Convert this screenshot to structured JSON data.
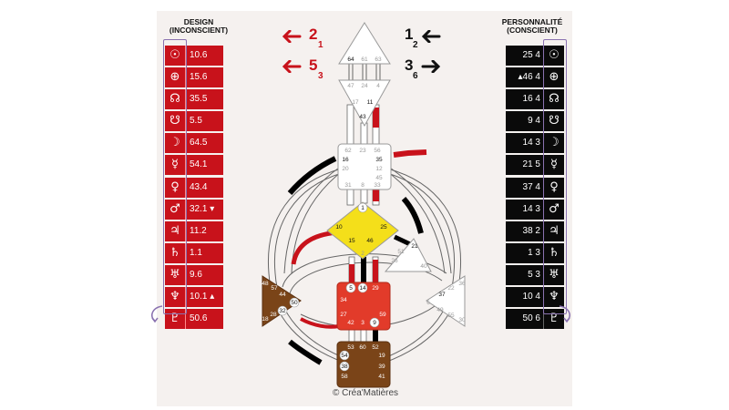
{
  "design": {
    "title_line1": "DESIGN",
    "title_line2": "(INCONSCIENT)",
    "accent_color": "#c8121b",
    "rows": [
      {
        "icon": "sun-icon",
        "glyph": "☉",
        "value": "10.6"
      },
      {
        "icon": "earth-icon",
        "glyph": "⊕",
        "value": "15.6"
      },
      {
        "icon": "north-node-icon",
        "glyph": "☊",
        "value": "35.5"
      },
      {
        "icon": "south-node-icon",
        "glyph": "☋",
        "value": "5.5"
      },
      {
        "icon": "moon-icon",
        "glyph": "☽",
        "value": "64.5"
      },
      {
        "icon": "mercury-icon",
        "glyph": "☿",
        "value": "54.1"
      },
      {
        "icon": "venus-icon",
        "glyph": "♀",
        "value": "43.4"
      },
      {
        "icon": "mars-icon",
        "glyph": "♂",
        "value": "32.1 ▾"
      },
      {
        "icon": "jupiter-icon",
        "glyph": "♃",
        "value": "11.2"
      },
      {
        "icon": "saturn-icon",
        "glyph": "♄",
        "value": "1.1"
      },
      {
        "icon": "uranus-icon",
        "glyph": "♅",
        "value": "9.6"
      },
      {
        "icon": "neptune-icon",
        "glyph": "♆",
        "value": "10.1 ▴"
      },
      {
        "icon": "pluto-icon",
        "glyph": "♇",
        "value": "50.6"
      }
    ]
  },
  "personality": {
    "title_line1": "PERSONNALITÉ",
    "title_line2": "(CONSCIENT)",
    "accent_color": "#0a0a0a",
    "rows": [
      {
        "icon": "sun-icon",
        "glyph": "☉",
        "value": "25 4"
      },
      {
        "icon": "earth-icon",
        "glyph": "⊕",
        "value": "▴46 4"
      },
      {
        "icon": "north-node-icon",
        "glyph": "☊",
        "value": "16 4"
      },
      {
        "icon": "south-node-icon",
        "glyph": "☋",
        "value": "9 4"
      },
      {
        "icon": "moon-icon",
        "glyph": "☽",
        "value": "14 3"
      },
      {
        "icon": "mercury-icon",
        "glyph": "☿",
        "value": "21 5"
      },
      {
        "icon": "venus-icon",
        "glyph": "♀",
        "value": "37 4"
      },
      {
        "icon": "mars-icon",
        "glyph": "♂",
        "value": "14 3"
      },
      {
        "icon": "jupiter-icon",
        "glyph": "♃",
        "value": "38 2"
      },
      {
        "icon": "saturn-icon",
        "glyph": "♄",
        "value": "1 3"
      },
      {
        "icon": "uranus-icon",
        "glyph": "♅",
        "value": "5 3"
      },
      {
        "icon": "neptune-icon",
        "glyph": "♆",
        "value": "10 4"
      },
      {
        "icon": "pluto-icon",
        "glyph": "♇",
        "value": "50 6"
      }
    ]
  },
  "arrows": {
    "top_left": {
      "main": "2",
      "sub": "1",
      "direction": "left",
      "color": "#c8121b"
    },
    "bottom_left": {
      "main": "5",
      "sub": "3",
      "direction": "left",
      "color": "#c8121b"
    },
    "top_right": {
      "main": "1",
      "sub": "2",
      "direction": "left",
      "color": "#111111"
    },
    "bottom_right": {
      "main": "3",
      "sub": "6",
      "direction": "right",
      "color": "#111111"
    }
  },
  "centers": {
    "head": {
      "gates": [
        "64",
        "61",
        "63"
      ]
    },
    "ajna": {
      "gates": [
        "47",
        "24",
        "4",
        "17",
        "11",
        "43"
      ]
    },
    "throat": {
      "gates": [
        "62",
        "23",
        "56",
        "16",
        "35",
        "20",
        "12",
        "45",
        "31",
        "8",
        "33"
      ]
    },
    "g": {
      "gates": [
        "1",
        "10",
        "25",
        "15",
        "46",
        "2"
      ]
    },
    "heart": {
      "gates": [
        "21",
        "26",
        "51",
        "40"
      ]
    },
    "spleen": {
      "gates": [
        "48",
        "57",
        "44",
        "50",
        "32",
        "28",
        "18"
      ]
    },
    "sacral": {
      "gates": [
        "5",
        "14",
        "29",
        "34",
        "27",
        "59",
        "42",
        "3",
        "9"
      ]
    },
    "solar_plexus": {
      "gates": [
        "36",
        "22",
        "37",
        "6",
        "49",
        "55",
        "30"
      ]
    },
    "root": {
      "gates": [
        "53",
        "60",
        "52",
        "54",
        "19",
        "38",
        "39",
        "58",
        "41"
      ]
    }
  },
  "colors": {
    "defined_g": "#f4df1a",
    "defined_sacral": "#e23b2a",
    "defined_spleen_root": "#7a4418",
    "channel_red": "#c8121b",
    "channel_black": "#000000"
  },
  "copyright": "© Créa'Matières"
}
